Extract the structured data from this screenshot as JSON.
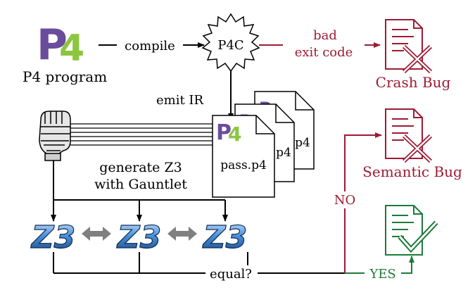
{
  "logos": {
    "p4_letter": "P",
    "p4_digit": "4",
    "z3": "Z3"
  },
  "labels": {
    "p4_program": "P4 program",
    "compile": "compile",
    "p4c": "P4C",
    "bad_line1": "bad",
    "bad_line2": "exit code",
    "crash_bug": "Crash Bug",
    "emit_ir": "emit IR",
    "gen_line1": "generate Z3",
    "gen_line2": "with Gauntlet",
    "pass_file": "pass.p4",
    "p4_file_a": "p4",
    "p4_file_b": "p4",
    "semantic_bug": "Semantic Bug",
    "no": "NO",
    "yes": "YES",
    "equal": "equal?"
  },
  "colors": {
    "black": "#000000",
    "bug_red": "#9e1b32",
    "ok_green": "#1d7a3a",
    "p4_purple": "#6a4c9c",
    "p4_green": "#8cc63f",
    "z3_blue": "#2a6fb8",
    "arrow_gray": "#808080"
  },
  "icons": [
    "gauntlet-icon",
    "crash-report-icon",
    "semantic-report-icon",
    "pass-report-icon",
    "bidirectional-arrow-icon"
  ]
}
